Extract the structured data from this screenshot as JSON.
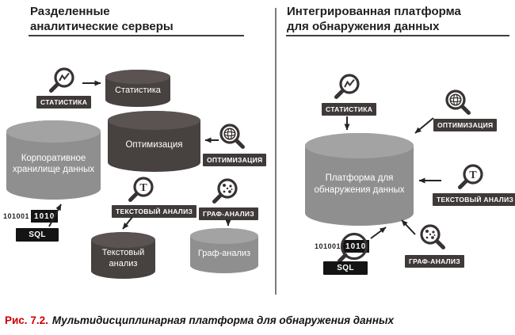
{
  "left_panel": {
    "title_line1": "Разделенные",
    "title_line2": "аналитические серверы",
    "cylinders": {
      "statistics": "Статистика",
      "optimization": "Оптимизация",
      "warehouse": "Корпоративное хранилище данных",
      "text_analysis": "Текстовый анализ",
      "graph_analysis": "Граф-анализ"
    },
    "labels": {
      "statistics": "СТАТИСТИКА",
      "optimization": "ОПТИМИЗАЦИЯ",
      "text_analysis": "ТЕКСТОВЫЙ АНАЛИЗ",
      "graph_analysis": "ГРАФ-АНАЛИЗ",
      "sql": "SQL",
      "binary_prefix": "101001",
      "binary_box": "1010"
    }
  },
  "right_panel": {
    "title_line1": "Интегрированная платформа",
    "title_line2": "для обнаружения данных",
    "platform_cylinder": "Платформа для обнаружения данных",
    "labels": {
      "statistics": "СТАТИСТИКА",
      "optimization": "ОПТИМИЗАЦИЯ",
      "text_analysis": "ТЕКСТОВЫЙ АНАЛИЗ",
      "graph_analysis": "ГРАФ-АНАЛИЗ",
      "sql": "SQL",
      "binary_prefix": "101001",
      "binary_box": "1010"
    }
  },
  "glyphs": {
    "text_analysis_letter": "Т"
  },
  "icons": {
    "statistics": "magnifier-line-chart",
    "optimization": "magnifier-globe",
    "text_analysis": "magnifier-letter-T",
    "graph_analysis": "magnifier-graph-nodes",
    "sql": "magnifier-binary"
  },
  "colors": {
    "dark_cylinder": "#474140",
    "gray_cylinder": "#8f8f8f",
    "label_badge": "#3f3a39",
    "sql_badge": "#141414",
    "arrow": "#242424",
    "figure_number_red": "#cc0000"
  },
  "caption": {
    "figure": "Рис. 7.2.",
    "text": "Мультидисциплинарная платформа для обнаружения данных"
  }
}
